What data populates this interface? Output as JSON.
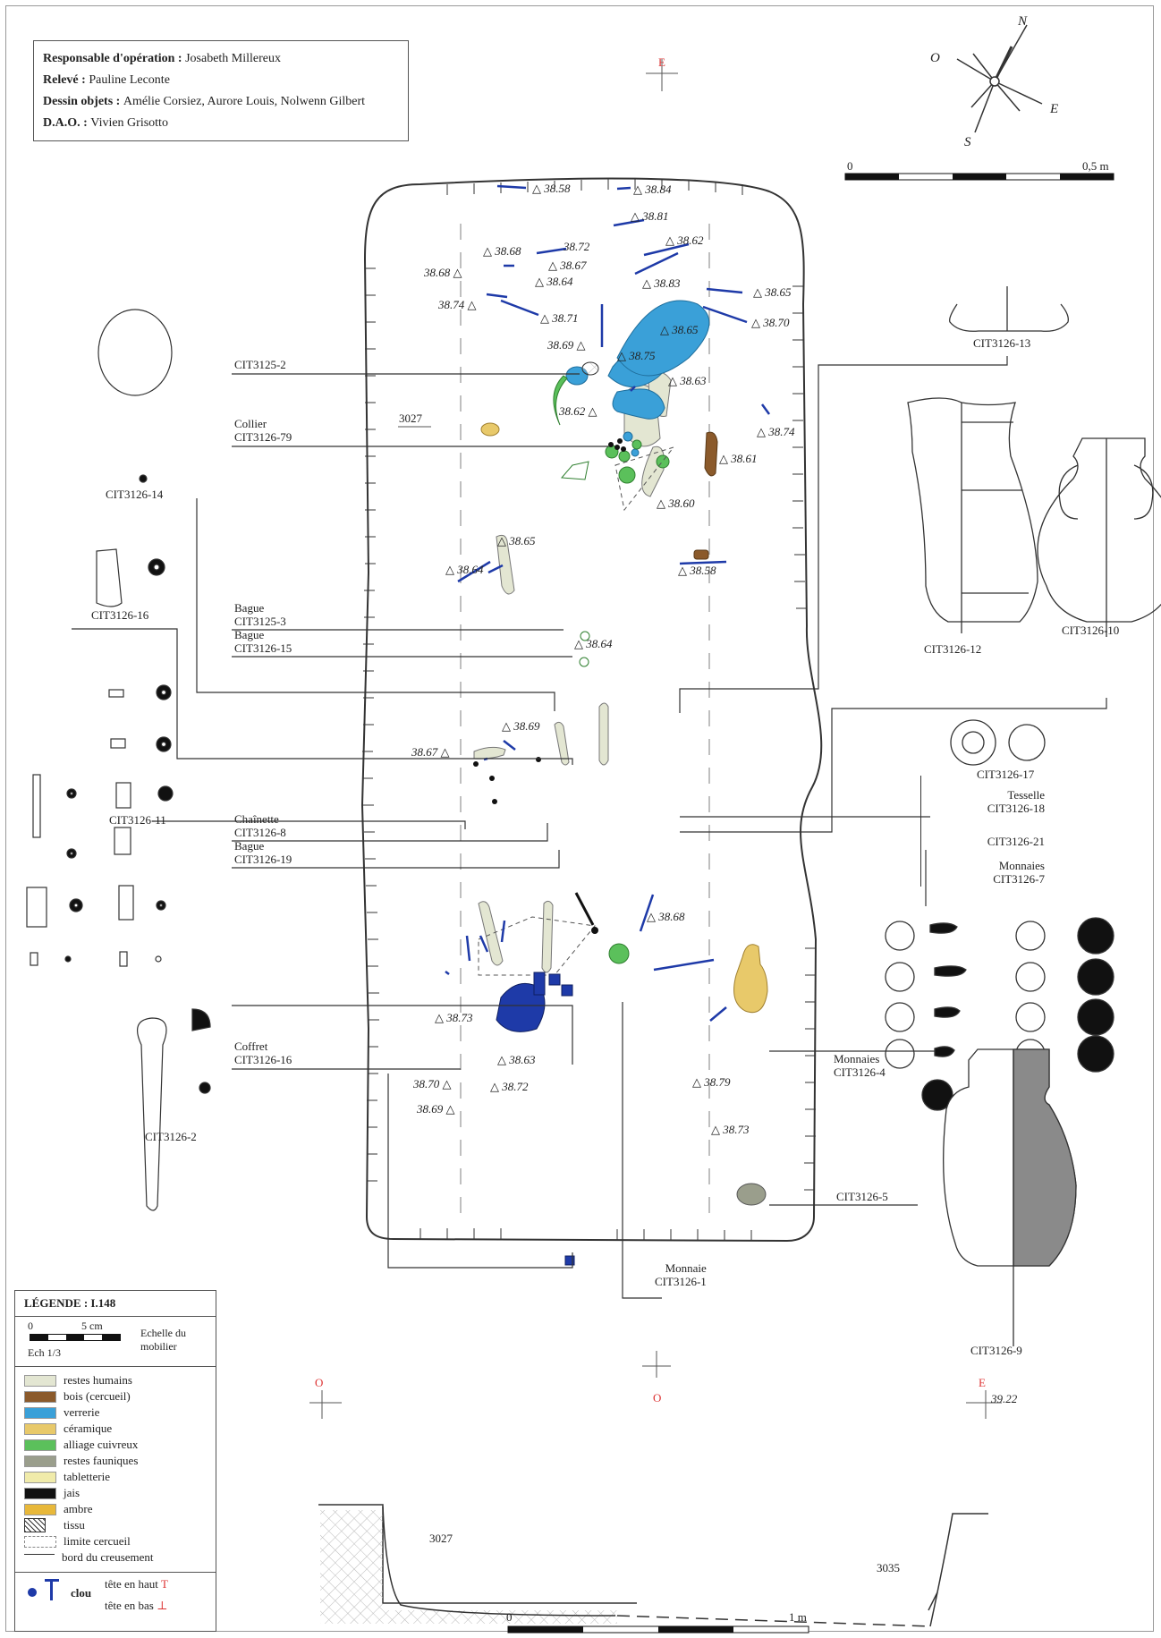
{
  "credits": {
    "lines": [
      {
        "label": "Responsable d'opération",
        "value": "Josabeth Millereux"
      },
      {
        "label": "Relevé",
        "value": "Pauline Leconte"
      },
      {
        "label": "Dessin objets",
        "value": "Amélie Corsiez, Aurore Louis, Nolwenn Gilbert"
      },
      {
        "label": "D.A.O.",
        "value": "Vivien Grisotto"
      }
    ]
  },
  "compass": {
    "n": "N",
    "o": "O",
    "e": "E",
    "s": "S"
  },
  "scale_top": {
    "start": "0",
    "end": "0,5 m"
  },
  "scale_bottom": {
    "start": "0",
    "end": "1 m"
  },
  "orientation_marks": {
    "e_top": "E",
    "o_left": "O",
    "o_center": "O",
    "e_right": "E",
    "elevation": "39.22"
  },
  "features": {
    "fill_3027": "3027",
    "section_3027": "3027",
    "section_3035": "3035"
  },
  "callouts": [
    {
      "id": "c1",
      "text": [
        "CIT3125-2"
      ]
    },
    {
      "id": "c2",
      "text": [
        "Collier",
        "CIT3126-79"
      ]
    },
    {
      "id": "c3",
      "text": [
        "Bague",
        "CIT3125-3"
      ]
    },
    {
      "id": "c4",
      "text": [
        "Bague",
        "CIT3126-15"
      ]
    },
    {
      "id": "c5",
      "text": [
        "Chaînette",
        "CIT3126-8"
      ]
    },
    {
      "id": "c6",
      "text": [
        "Bague",
        "CIT3126-19"
      ]
    },
    {
      "id": "c7",
      "text": [
        "Coffret",
        "CIT3126-16"
      ]
    },
    {
      "id": "c8",
      "text": [
        "Tesselle",
        "CIT3126-18"
      ]
    },
    {
      "id": "c9",
      "text": [
        "CIT3126-21"
      ]
    },
    {
      "id": "c10",
      "text": [
        "Monnaies",
        "CIT3126-7"
      ]
    },
    {
      "id": "c11",
      "text": [
        "Monnaies",
        "CIT3126-4"
      ]
    },
    {
      "id": "c12",
      "text": [
        "CIT3126-5"
      ]
    },
    {
      "id": "c13",
      "text": [
        "Monnaie",
        "CIT3126-1"
      ]
    }
  ],
  "object_labels": {
    "o14": "CIT3126-14",
    "o16": "CIT3126-16",
    "o11": "CIT3126-11",
    "o2": "CIT3126-2",
    "o13": "CIT3126-13",
    "o12": "CIT3126-12",
    "o10": "CIT3126-10",
    "o17": "CIT3126-17",
    "o9": "CIT3126-9"
  },
  "altitudes": [
    "38.58",
    "38.84",
    "38.81",
    "38.68",
    "38.72",
    "38.62",
    "38.67",
    "38.68",
    "38.64",
    "38.83",
    "38.65",
    "38.74",
    "38.71",
    "38.65",
    "38.70",
    "38.69",
    "38.75",
    "38.63",
    "38.62",
    "38.74",
    "38.61",
    "38.60",
    "38.65",
    "38.64",
    "38.58",
    "38.64",
    "38.69",
    "38.67",
    "38.68",
    "38.73",
    "38.63",
    "38.70",
    "38.72",
    "38.69",
    "38.79",
    "38.73"
  ],
  "legend": {
    "title": "LÉGENDE : I.148",
    "scale": {
      "zero": "0",
      "five": "5 cm",
      "ech": "Ech 1/3",
      "label_line1": "Echelle du",
      "label_line2": "mobilier"
    },
    "items": [
      {
        "label": "restes humains",
        "color": "#e3e6d2"
      },
      {
        "label": "bois (cercueil)",
        "color": "#8b5a2b"
      },
      {
        "label": "verrerie",
        "color": "#3aa0d8"
      },
      {
        "label": "céramique",
        "color": "#e8c96a"
      },
      {
        "label": "alliage cuivreux",
        "color": "#5bc05b"
      },
      {
        "label": "restes fauniques",
        "color": "#9a9e8c"
      },
      {
        "label": "tabletterie",
        "color": "#f0ebaa"
      },
      {
        "label": "jais",
        "color": "#111111"
      },
      {
        "label": "ambre",
        "color": "#e8b83a"
      },
      {
        "label": "tissu",
        "color": "pattern"
      },
      {
        "label": "limite cercueil",
        "color": "dashed"
      },
      {
        "label": "bord du creusement",
        "color": "line"
      }
    ],
    "nail": {
      "label": "clou",
      "head_up": "tête en haut",
      "head_down": "tête en bas"
    }
  }
}
